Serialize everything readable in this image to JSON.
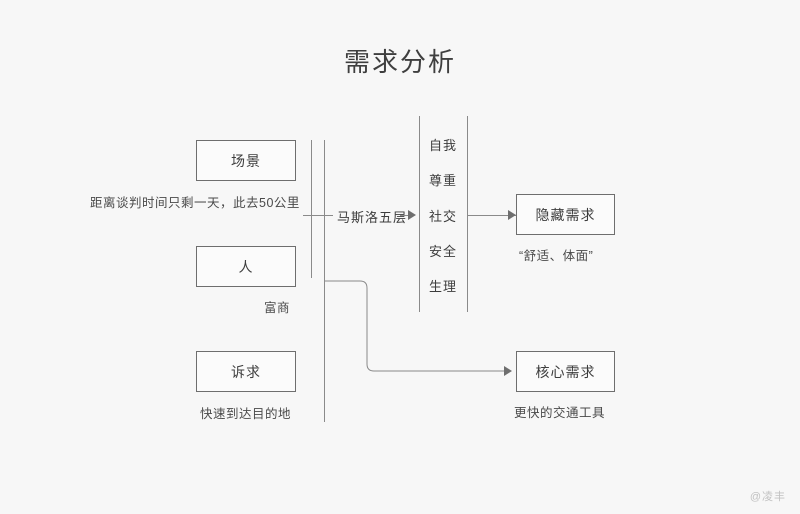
{
  "diagram": {
    "title": "需求分析",
    "watermark": "@凌丰",
    "inputs": [
      {
        "label": "场景",
        "caption": "距离谈判时间只剩一天，此去50公里"
      },
      {
        "label": "人",
        "caption": "富商"
      },
      {
        "label": "诉求",
        "caption": "快速到达目的地"
      }
    ],
    "middle": {
      "label": "马斯洛五层",
      "layers": [
        "自我",
        "尊重",
        "社交",
        "安全",
        "生理"
      ]
    },
    "outputs": [
      {
        "label": "隐藏需求",
        "caption": "“舒适、体面”"
      },
      {
        "label": "核心需求",
        "caption": "更快的交通工具"
      }
    ]
  },
  "colors": {
    "background": "#f7f7f7",
    "box_border": "#6e6e6e",
    "line": "#8a8a8a",
    "text": "#3d3d3d",
    "watermark": "#c2c2c2"
  }
}
